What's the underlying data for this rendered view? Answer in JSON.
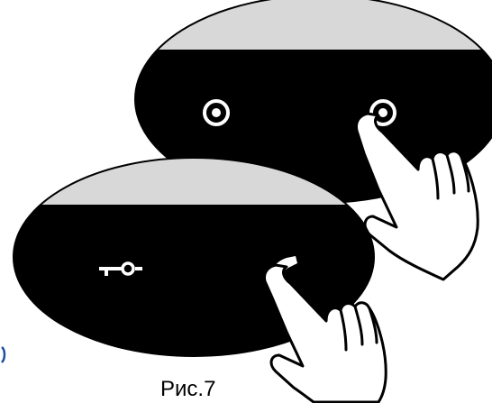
{
  "figure": {
    "caption": "Рис.7",
    "panel_upper": {
      "buttons": [
        "ring-button-icon",
        "ring-button-icon"
      ],
      "pressed_button": "right"
    },
    "panel_lower": {
      "buttons": [
        "key-icon",
        "handset-icon"
      ],
      "pressed_button": "right"
    }
  },
  "colors": {
    "panel_body": "#000000",
    "panel_top_strip": "#d8d8d8",
    "outline": "#000000",
    "icon_fill": "#ffffff",
    "hand_fill": "#ffffff"
  }
}
